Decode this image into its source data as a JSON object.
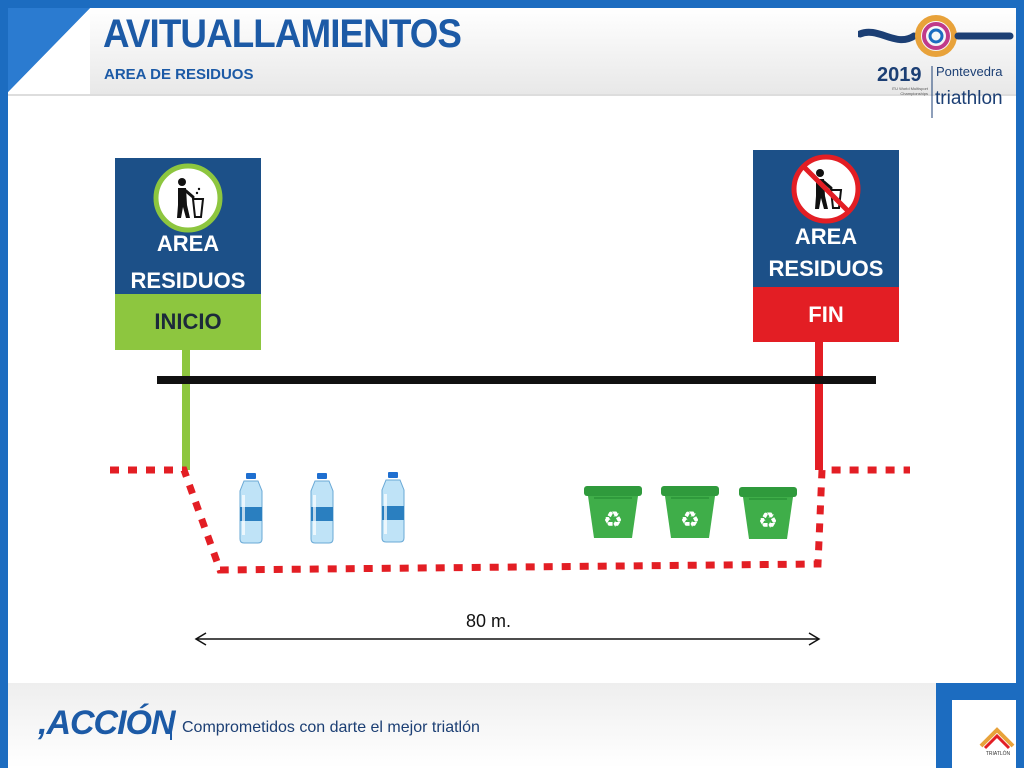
{
  "header": {
    "title": "AVITUALLAMIENTOS",
    "subtitle": "AREA DE RESIDUOS"
  },
  "event_logo": {
    "year": "2019",
    "city": "Pontevedra",
    "brand": "triathlon",
    "fine_print": "ITU World Multisport Championships"
  },
  "signs": {
    "start": {
      "line1": "AREA",
      "line2": "RESIDUOS",
      "footer": "INICIO",
      "icon": "person-disposing-trash-icon",
      "footer_color": "#8dc63f",
      "post_color": "#8dc63f"
    },
    "end": {
      "line1": "AREA",
      "line2": "RESIDUOS",
      "footer": "FIN",
      "icon": "no-littering-icon",
      "footer_color": "#e31e24",
      "post_color": "#e31e24"
    }
  },
  "course": {
    "bottles": 3,
    "bins": 3,
    "bottle_icon": "water-bottle-icon",
    "bin_icon": "recycling-bin-icon",
    "zone_boundary_color": "#e31e24",
    "distance_label": "80 m."
  },
  "footer": {
    "brand": ",ACCIÓN",
    "tagline": "Comprometidos con darte el mejor triatlón",
    "corner_logo_text": "TRIATLÓN"
  },
  "colors": {
    "primary_blue": "#1c5aa6",
    "sign_blue": "#1c5088",
    "green": "#8dc63f",
    "red": "#e31e24",
    "bin_green": "#3fae49"
  }
}
